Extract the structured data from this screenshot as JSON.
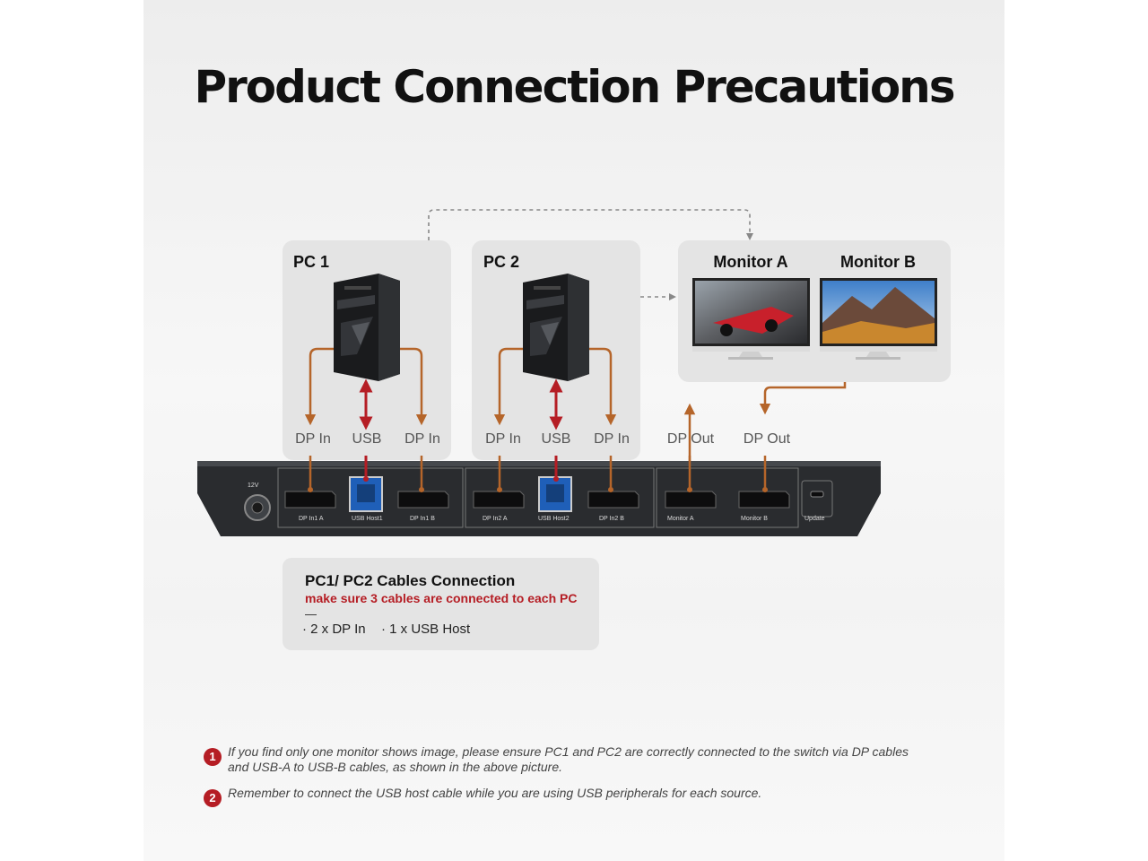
{
  "title": "Product Connection Precautions",
  "pc1": {
    "label": "PC 1",
    "ports": [
      "DP In",
      "USB",
      "DP In"
    ]
  },
  "pc2": {
    "label": "PC 2",
    "ports": [
      "DP In",
      "USB",
      "DP In"
    ]
  },
  "monitors": {
    "a": "Monitor A",
    "b": "Monitor B",
    "ports": [
      "DP Out",
      "DP Out"
    ]
  },
  "switch_labels": {
    "power": "12V",
    "p1": "DP In1 A",
    "p2": "USB Host1",
    "p3": "DP In1 B",
    "p4": "DP In2 A",
    "p5": "USB Host2",
    "p6": "DP In2 B",
    "p7": "Monitor A",
    "p8": "Monitor B",
    "p9": "Update"
  },
  "info_box": {
    "title": "PC1/ PC2 Cables Connection",
    "warning": "make sure 3 cables are connected to each PC",
    "dash": "—",
    "bullet1": "· 2 x DP In",
    "bullet2": "· 1 x USB Host"
  },
  "notes": [
    {
      "number": "1",
      "text": "If you find only one monitor shows image, please ensure PC1 and PC2 are correctly connected to the switch via DP cables and USB-A to USB-B cables, as shown in the above picture."
    },
    {
      "number": "2",
      "text": "Remember to connect the USB host cable while you are using USB peripherals for each source."
    }
  ],
  "colors": {
    "dp_cable": "#b5652a",
    "usb_cable": "#b51d24",
    "usb_port": "#1f5fb8",
    "warning": "#b51d24",
    "switch_body": "#2a2c2f"
  }
}
